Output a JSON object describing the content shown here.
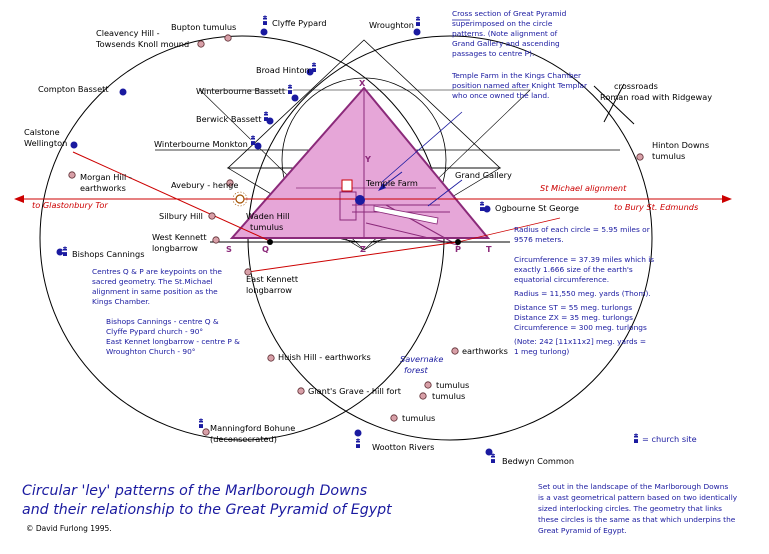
{
  "title_lines": [
    "Circular 'ley' patterns of the Marlborough Downs",
    "and their relationship to the Great Pyramid of Egypt"
  ],
  "copyright": "© David Furlong 1995.",
  "colors": {
    "site_blue": "#1a1aa0",
    "pyramid_fill": "#e6a6d8",
    "pyramid_stroke": "#8b2a7a",
    "alignment_red": "#cc0000",
    "site_pink": "#d8a0a8"
  },
  "sites": [
    {
      "name": "bupton",
      "label": "Bupton tumulus"
    },
    {
      "name": "clyffe-pypard",
      "label": "Clyffe Pypard"
    },
    {
      "name": "wroughton",
      "label": "Wroughton"
    },
    {
      "name": "cleavency-1",
      "label": "Cleavency Hill -"
    },
    {
      "name": "cleavency-2",
      "label": "Towsends Knoll mound"
    },
    {
      "name": "broad-hinton",
      "label": "Broad Hinton"
    },
    {
      "name": "compton-bassett",
      "label": "Compton Bassett"
    },
    {
      "name": "winterbourne-bassett",
      "label": "Winterbourne Bassett"
    },
    {
      "name": "berwick-bassett",
      "label": "Berwick Bassett"
    },
    {
      "name": "calstone-1",
      "label": "Calstone"
    },
    {
      "name": "calstone-2",
      "label": "Wellington"
    },
    {
      "name": "winterbourne-monkton",
      "label": "Winterbourne Monkton"
    },
    {
      "name": "morgan-hill-1",
      "label": "Morgan Hill -"
    },
    {
      "name": "morgan-hill-2",
      "label": "earthworks"
    },
    {
      "name": "avebury",
      "label": "Avebury - henge"
    },
    {
      "name": "silbury",
      "label": "Silbury Hill"
    },
    {
      "name": "waden-1",
      "label": "Waden Hill"
    },
    {
      "name": "waden-2",
      "label": "tumulus"
    },
    {
      "name": "west-kennett-1",
      "label": "West Kennett"
    },
    {
      "name": "west-kennett-2",
      "label": "longbarrow"
    },
    {
      "name": "bishops-cannings",
      "label": "Bishops Cannings"
    },
    {
      "name": "east-kennett-1",
      "label": "East Kennett"
    },
    {
      "name": "east-kennett-2",
      "label": "longbarrow"
    },
    {
      "name": "crossroads-1",
      "label": "crossroads"
    },
    {
      "name": "crossroads-2",
      "label": "Roman road with Ridgeway"
    },
    {
      "name": "hinton-downs-1",
      "label": "Hinton Downs"
    },
    {
      "name": "hinton-downs-2",
      "label": "tumulus"
    },
    {
      "name": "ogbourne",
      "label": "Ogbourne St George"
    },
    {
      "name": "huish",
      "label": "Huish Hill - earthworks"
    },
    {
      "name": "savernake-1",
      "label": "Savernake"
    },
    {
      "name": "savernake-2",
      "label": "forest"
    },
    {
      "name": "earthworks",
      "label": "earthworks"
    },
    {
      "name": "giants-grave",
      "label": "Giant's Grave - hill fort"
    },
    {
      "name": "tumulus-a",
      "label": "tumulus"
    },
    {
      "name": "tumulus-b",
      "label": "tumulus"
    },
    {
      "name": "tumulus-c",
      "label": "tumulus"
    },
    {
      "name": "manningford-1",
      "label": "Manningford Bohune"
    },
    {
      "name": "manningford-2",
      "label": "(deconsecrated)"
    },
    {
      "name": "wootton-rivers",
      "label": "Wootton Rivers"
    },
    {
      "name": "bedwyn",
      "label": "Bedwyn Common"
    }
  ],
  "pyramid_labels": {
    "x": "X",
    "y": "Y",
    "z": "Z",
    "s": "S",
    "q": "Q",
    "p": "P",
    "t": "T",
    "temple_farm": "Temple Farm",
    "grand_gallery": "Grand Gallery"
  },
  "alignment": {
    "name": "St Michael alignment",
    "west": "to Glastonbury Tor",
    "east": "to Bury St. Edmunds"
  },
  "notes": {
    "cross_section": [
      "Cross section of Great Pyramid",
      "superimposed on the circle",
      "patterns. (Note alignment of",
      "Grand Gallery and ascending",
      "passages to centre P)."
    ],
    "temple_farm": [
      "Temple Farm in the Kings Chamber",
      "position named after Knight Templar",
      "who once owned the land."
    ],
    "centres": [
      "Centres Q & P are keypoints on the",
      "sacred geometry. The St.Michael",
      "alignment in same position as the",
      "Kings Chamber."
    ],
    "bishops": [
      "Bishops Cannings - centre Q &",
      "Clyffe Pypard church - 90°",
      "East Kennet longbarrow - centre P &",
      "Wroughton Church - 90°"
    ],
    "measures": [
      "Radius of each circle = 5.95 miles or",
      "9576 meters.",
      "",
      "Circumference = 37.39 miles which is",
      "exactly 1.666 size of the earth's",
      "equatorial circumference.",
      "",
      "Radius = 11,550 meg. yards (Thom).",
      "",
      "Distance ST = 55 meg. turlongs",
      "Distance ZX = 35 meg. turlongs",
      "Circumference = 300 meg. turlongs",
      "",
      "(Note: 242 [11x11x2] meg. yards =",
      "1 meg turlong)"
    ],
    "legend": "= church site",
    "set_out": [
      "Set out in the landscape of the Marlborough Downs",
      "is a vast geometrical pattern based on two identically",
      "sized interlocking circles. The geometry that links",
      "these circles is the same as that which underpins the",
      "Great Pyramid of Egypt."
    ]
  }
}
